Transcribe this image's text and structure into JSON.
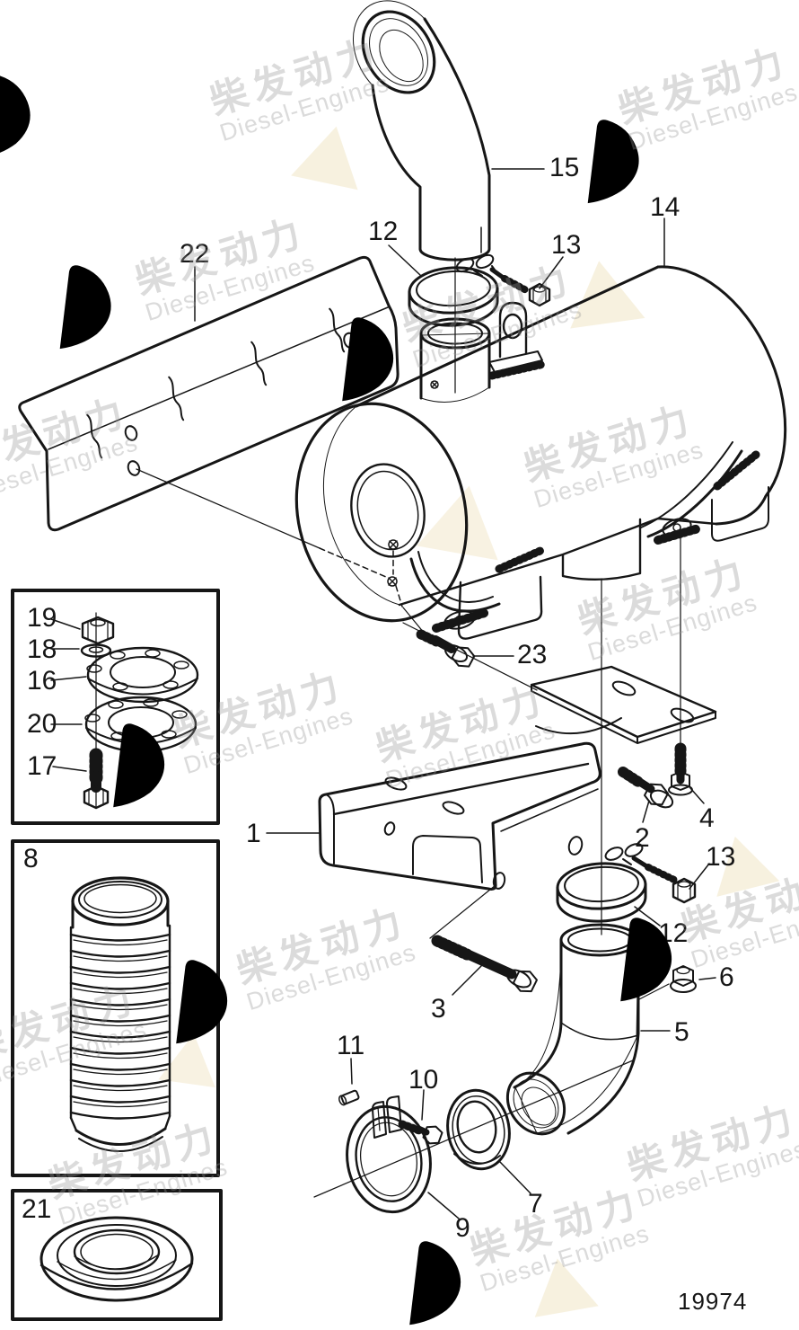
{
  "figure": {
    "drawing_number": "19974"
  },
  "watermark": {
    "cn": "柴发动力",
    "en": "Diesel-Engines"
  },
  "callouts": {
    "c1": "1",
    "c2": "2",
    "c3": "3",
    "c4": "4",
    "c5": "5",
    "c6": "6",
    "c7": "7",
    "c8": "8",
    "c9": "9",
    "c10": "10",
    "c11": "11",
    "c12": "12",
    "c13": "13",
    "c14": "14",
    "c15": "15",
    "c16": "16",
    "c17": "17",
    "c18": "18",
    "c19": "19",
    "c20": "20",
    "c21": "21",
    "c22": "22",
    "c23": "23"
  }
}
